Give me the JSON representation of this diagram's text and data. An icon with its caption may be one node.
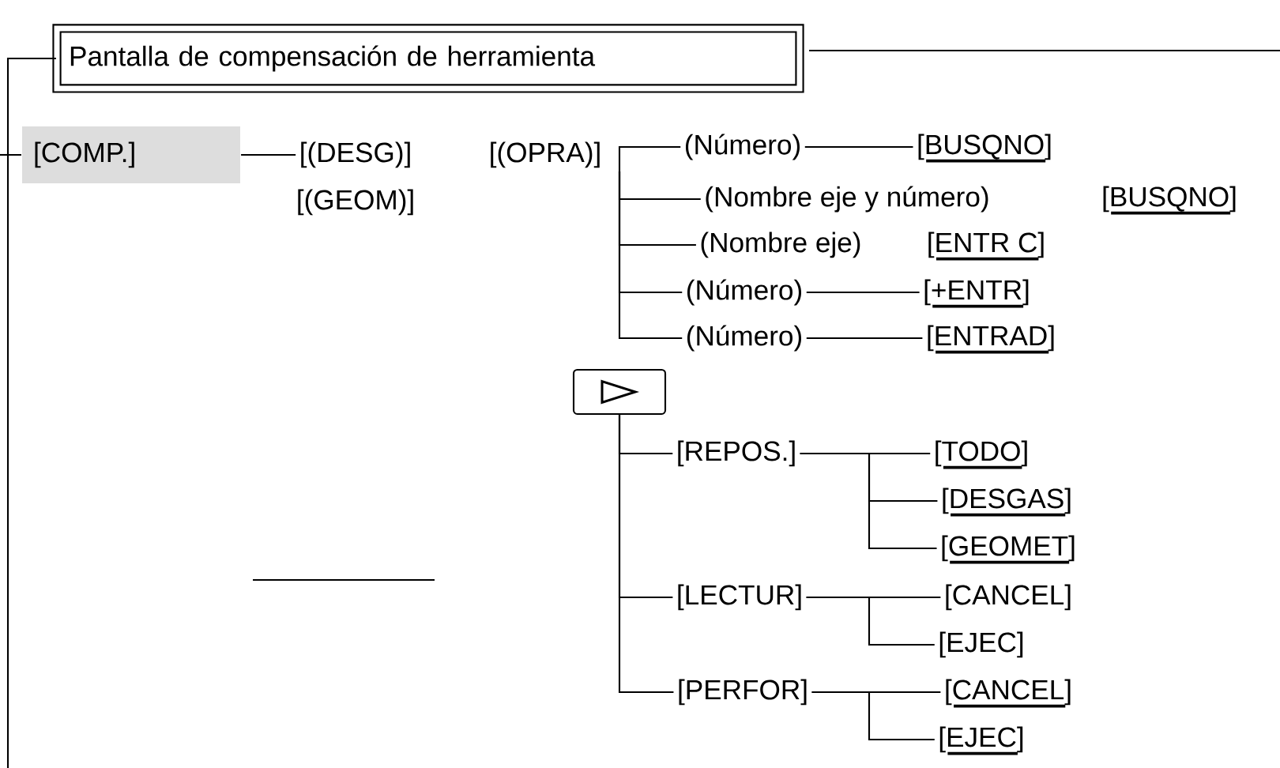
{
  "diagram": {
    "nodes": [
      {
        "text": [
          "Pantalla de compensación de herramienta"
        ]
      },
      {
        "text": [
          "[COMP.]"
        ]
      },
      {
        "text": [
          "[(DESG)]"
        ]
      },
      {
        "text": [
          "[(GEOM)]"
        ]
      },
      {
        "text": [
          "[(OPRA)]"
        ]
      },
      {
        "text": [
          "(Número)"
        ]
      },
      {
        "text": [
          "(Nombre eje y número)"
        ]
      },
      {
        "text": [
          "(Nombre eje)"
        ]
      },
      {
        "text": [
          "(Número)"
        ]
      },
      {
        "text": [
          "(Número)"
        ]
      },
      {
        "text": [
          "[BUSQNO]"
        ]
      },
      {
        "text": [
          "[BUSQNO]"
        ]
      },
      {
        "text": [
          "[ENTR C]"
        ]
      },
      {
        "text": [
          "[+ENTR]"
        ]
      },
      {
        "text": [
          "[ENTRAD]"
        ]
      },
      {
        "text": [],
        "shape": "box"
      },
      {
        "text": [
          "[REPOS.]"
        ]
      },
      {
        "text": [
          "[LECTUR]"
        ]
      },
      {
        "text": [
          "[PERFOR]"
        ]
      },
      {
        "text": [
          "[TODO]"
        ]
      },
      {
        "text": [
          "[DESGAS]"
        ]
      },
      {
        "text": [
          "[GEOMET]"
        ]
      },
      {
        "text": [
          "[CANCEL]"
        ]
      },
      {
        "text": [
          "[EJEC]"
        ]
      },
      {
        "text": [
          "[CANCEL]"
        ]
      },
      {
        "text": [
          "[EJEC]"
        ]
      }
    ],
    "edges": [
      {
        "from": 0,
        "to": 1,
        "arrow": "none"
      },
      {
        "from": 1,
        "to": 2,
        "arrow": "none"
      },
      {
        "from": 4,
        "to": 5,
        "arrow": "none"
      },
      {
        "from": 4,
        "to": 6,
        "arrow": "none"
      },
      {
        "from": 4,
        "to": 7,
        "arrow": "none"
      },
      {
        "from": 4,
        "to": 8,
        "arrow": "none"
      },
      {
        "from": 4,
        "to": 9,
        "arrow": "none"
      },
      {
        "from": 5,
        "to": 10,
        "arrow": "none"
      },
      {
        "from": 8,
        "to": 13,
        "arrow": "none"
      },
      {
        "from": 9,
        "to": 14,
        "arrow": "none"
      },
      {
        "from": 15,
        "to": 16,
        "arrow": "none"
      },
      {
        "from": 15,
        "to": 17,
        "arrow": "none"
      },
      {
        "from": 15,
        "to": 18,
        "arrow": "none"
      },
      {
        "from": 16,
        "to": 19,
        "arrow": "none"
      },
      {
        "from": 16,
        "to": 20,
        "arrow": "none"
      },
      {
        "from": 16,
        "to": 21,
        "arrow": "none"
      },
      {
        "from": 17,
        "to": 22,
        "arrow": "none"
      },
      {
        "from": 17,
        "to": 23,
        "arrow": "none"
      },
      {
        "from": 18,
        "to": 24,
        "arrow": "none"
      },
      {
        "from": 18,
        "to": 25,
        "arrow": "none"
      }
    ]
  }
}
